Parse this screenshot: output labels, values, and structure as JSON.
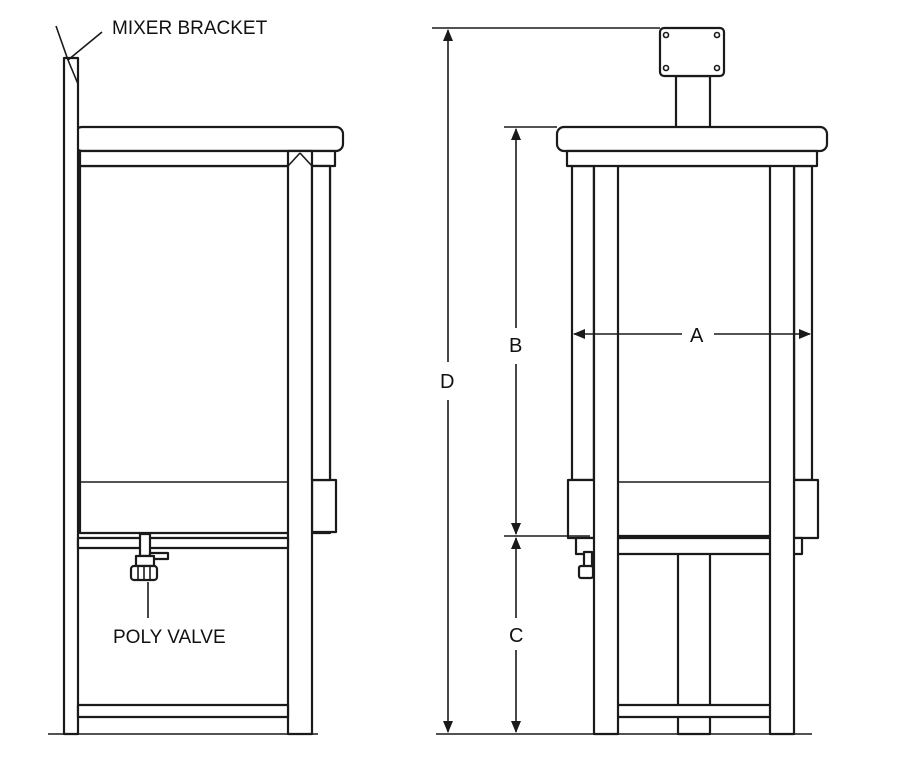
{
  "labels": {
    "mixer_bracket": "MIXER BRACKET",
    "poly_valve": "POLY VALVE"
  },
  "dimensions": {
    "a": "A",
    "b": "B",
    "c": "C",
    "d": "D"
  },
  "colors": {
    "line": "#1a1a1a",
    "background": "#ffffff"
  }
}
